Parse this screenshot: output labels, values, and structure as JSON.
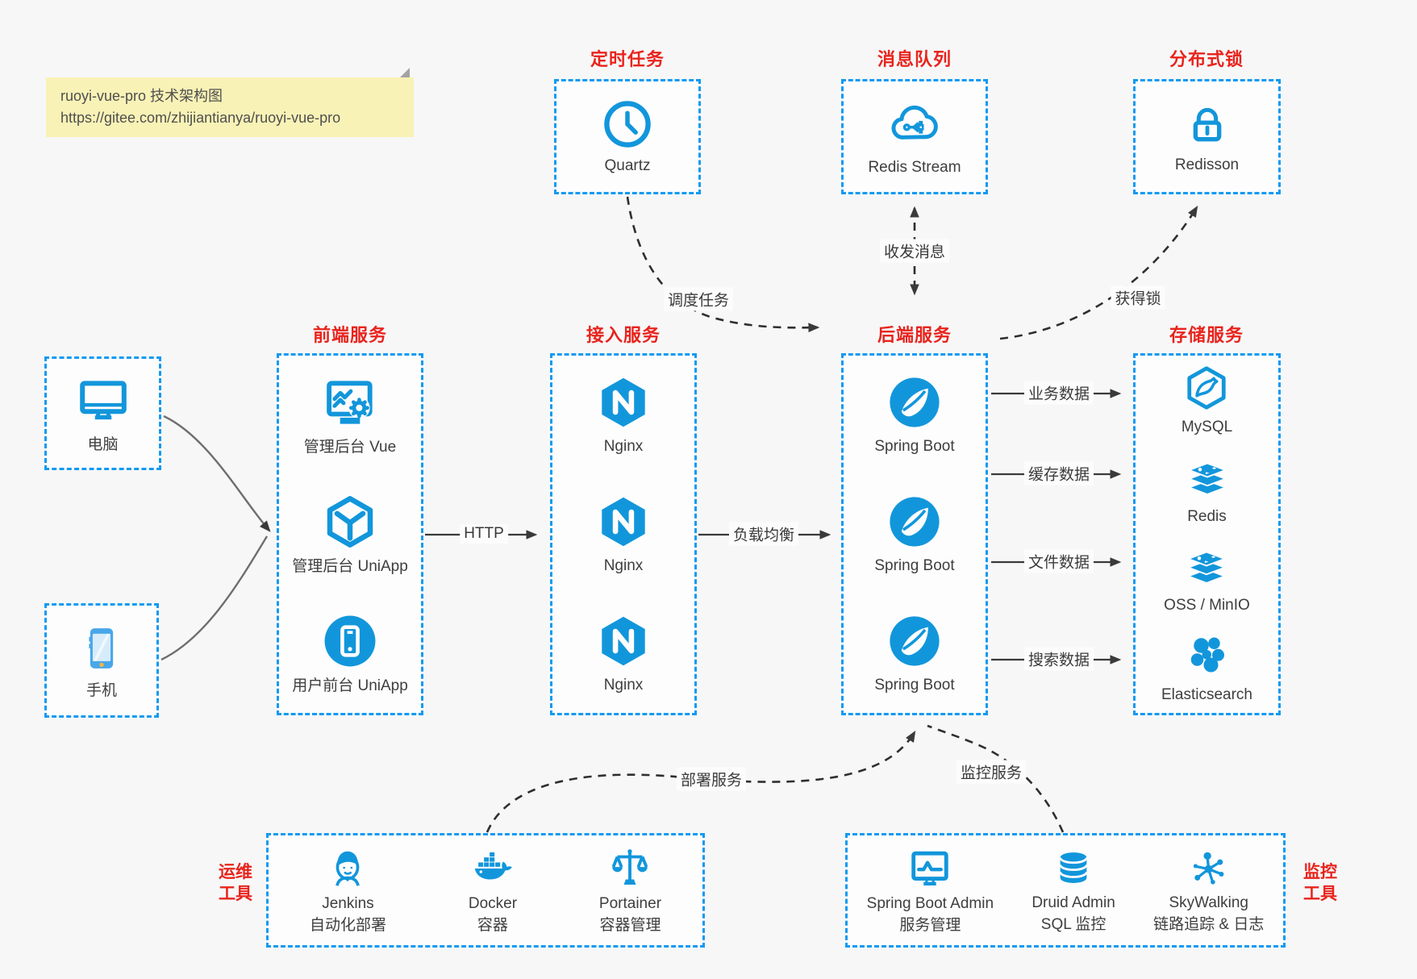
{
  "note": {
    "line1": "ruoyi-vue-pro 技术架构图",
    "line2": "https://gitee.com/zhijiantianya/ruoyi-vue-pro"
  },
  "colors": {
    "accent_blue": "#1296db",
    "dashed_border_blue": "#129af0",
    "title_red": "#e8241d",
    "note_yellow": "#f9f2b6",
    "text_dark": "#3e3e3e"
  },
  "groups": {
    "scheduled": {
      "title": "定时任务",
      "item": {
        "label": "Quartz",
        "icon": "clock-icon"
      }
    },
    "mq": {
      "title": "消息队列",
      "item": {
        "label": "Redis Stream",
        "icon": "cloud-stream-icon"
      }
    },
    "lock": {
      "title": "分布式锁",
      "item": {
        "label": "Redisson",
        "icon": "lock-icon"
      }
    },
    "frontend": {
      "title": "前端服务",
      "items": [
        {
          "label": "管理后台 Vue",
          "icon": "admin-monitor-gear-icon"
        },
        {
          "label": "管理后台 UniApp",
          "icon": "uniapp-cube-icon"
        },
        {
          "label": "用户前台 UniApp",
          "icon": "phone-circle-icon"
        }
      ]
    },
    "gateway": {
      "title": "接入服务",
      "items": [
        {
          "label": "Nginx",
          "icon": "nginx-icon"
        },
        {
          "label": "Nginx",
          "icon": "nginx-icon"
        },
        {
          "label": "Nginx",
          "icon": "nginx-icon"
        }
      ]
    },
    "backend": {
      "title": "后端服务",
      "items": [
        {
          "label": "Spring Boot",
          "icon": "spring-leaf-icon"
        },
        {
          "label": "Spring Boot",
          "icon": "spring-leaf-icon"
        },
        {
          "label": "Spring Boot",
          "icon": "spring-leaf-icon"
        }
      ]
    },
    "storage": {
      "title": "存储服务",
      "items": [
        {
          "label": "MySQL",
          "icon": "mysql-dolphin-icon"
        },
        {
          "label": "Redis",
          "icon": "redis-stack-icon"
        },
        {
          "label": "OSS / MinIO",
          "icon": "redis-stack-icon"
        },
        {
          "label": "Elasticsearch",
          "icon": "elasticsearch-icon"
        }
      ]
    },
    "clients": {
      "computer": {
        "label": "电脑",
        "icon": "computer-monitor-icon"
      },
      "phone": {
        "label": "手机",
        "icon": "smartphone-icon"
      }
    },
    "ops": {
      "title_line1": "运维",
      "title_line2": "工具",
      "items": [
        {
          "name": "Jenkins",
          "desc": "自动化部署",
          "icon": "jenkins-butler-icon"
        },
        {
          "name": "Docker",
          "desc": "容器",
          "icon": "docker-whale-icon"
        },
        {
          "name": "Portainer",
          "desc": "容器管理",
          "icon": "portainer-scales-icon"
        }
      ]
    },
    "monitor": {
      "title_line1": "监控",
      "title_line2": "工具",
      "items": [
        {
          "name": "Spring Boot Admin",
          "desc": "服务管理",
          "icon": "sba-monitor-icon"
        },
        {
          "name": "Druid Admin",
          "desc": "SQL 监控",
          "icon": "druid-database-icon"
        },
        {
          "name": "SkyWalking",
          "desc": "链路追踪 & 日志",
          "icon": "skywalking-topology-icon"
        }
      ]
    }
  },
  "edges": {
    "http": "HTTP",
    "load_balance": "负载均衡",
    "biz_data": "业务数据",
    "cache_data": "缓存数据",
    "file_data": "文件数据",
    "search_data": "搜索数据",
    "schedule": "调度任务",
    "message": "收发消息",
    "acquire_lock": "获得锁",
    "deploy": "部署服务",
    "monitoring": "监控服务"
  }
}
